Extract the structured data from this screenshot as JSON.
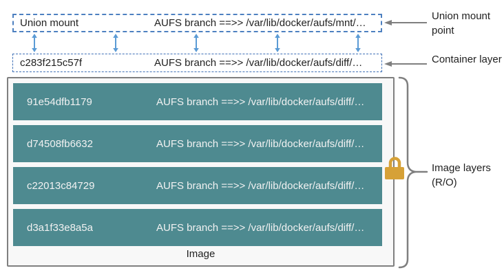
{
  "union_mount": {
    "id": "Union mount",
    "path": "AUFS branch ==>> /var/lib/docker/aufs/mnt/…"
  },
  "container_layer": {
    "id": "c283f215c57f",
    "path": "AUFS branch ==>> /var/lib/docker/aufs/diff/…"
  },
  "image_layers": [
    {
      "id": "91e54dfb1179",
      "path": "AUFS branch ==>> /var/lib/docker/aufs/diff/…"
    },
    {
      "id": "d74508fb6632",
      "path": "AUFS branch ==>> /var/lib/docker/aufs/diff/…"
    },
    {
      "id": "c22013c84729",
      "path": "AUFS branch ==>> /var/lib/docker/aufs/diff/…"
    },
    {
      "id": "d3a1f33e8a5a",
      "path": "AUFS branch ==>> /var/lib/docker/aufs/diff/…"
    }
  ],
  "image_label": "Image",
  "annotations": {
    "union_mount_point": "Union mount point",
    "container_layer": "Container layer",
    "image_layers_ro": "Image layers (R/O)"
  },
  "icons": {
    "lock": "lock-icon",
    "bidirectional_arrow": "bidirectional-arrow-icon",
    "left_arrow": "left-arrow-icon",
    "brace": "curly-brace"
  },
  "colors": {
    "layer_teal": "#4e8a90",
    "dashed_border_blue": "#4472c4",
    "sync_arrow_blue": "#5b9bd5",
    "neutral_gray": "#7f7f7f",
    "lock_gold": "#d6a137",
    "layer_text": "#f2f2f2",
    "background": "#ffffff"
  }
}
